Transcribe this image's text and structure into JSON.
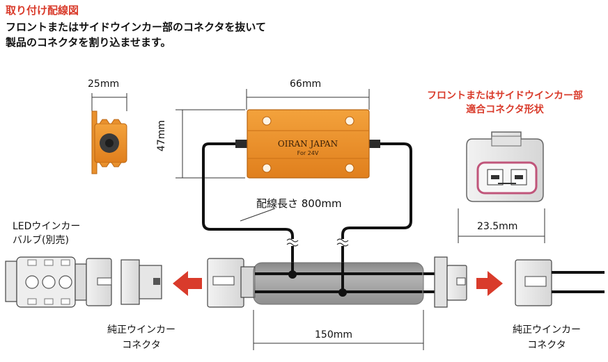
{
  "header": {
    "title": "取り付け配線図",
    "line1": "フロントまたはサイドウインカー部のコネクタを抜いて",
    "line2": "製品のコネクタを割り込ませます。"
  },
  "resistor": {
    "brand": "OIRAN JAPAN",
    "voltage": "For 24V",
    "width_label": "66mm",
    "height_label": "47mm",
    "side_label": "25mm",
    "wire_length_label": "配線長さ 800mm"
  },
  "connector_shape": {
    "title_line1": "フロントまたはサイドウインカー部",
    "title_line2": "適合コネクタ形状",
    "width_label": "23.5mm"
  },
  "bulb": {
    "label_line1": "LEDウインカー",
    "label_line2": "バルブ(別売)"
  },
  "harness": {
    "tube_length_label": "150mm"
  },
  "left_connector": {
    "label_line1": "純正ウインカー",
    "label_line2": "コネクタ"
  },
  "right_connector": {
    "label_line1": "純正ウインカー",
    "label_line2": "コネクタ"
  },
  "colors": {
    "accent_red": "#d93b2b",
    "resistor_orange": "#e8902c",
    "connector_gray": "#e3e3e3",
    "tube_gray": "#7a7a7a",
    "terminal_pink": "#c0557a"
  }
}
